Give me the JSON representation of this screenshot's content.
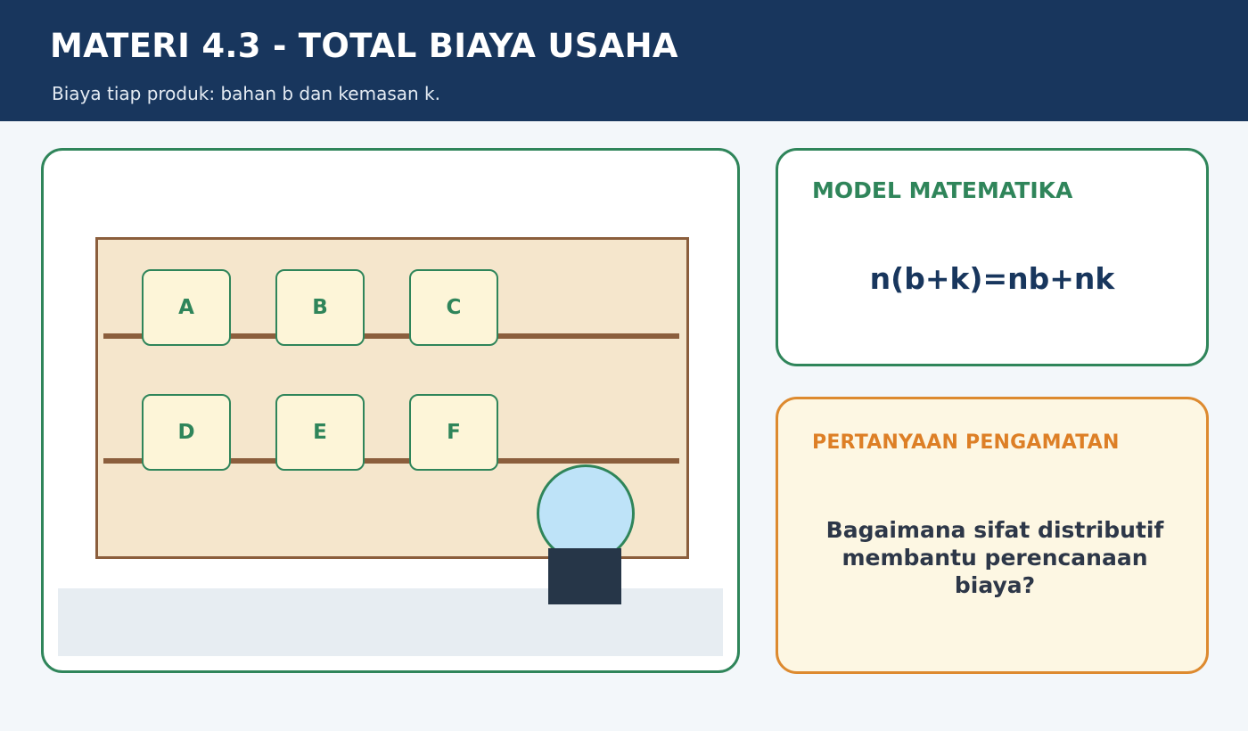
{
  "header": {
    "title": "MATERI 4.3 - TOTAL BIAYA USAHA",
    "subtitle": "Biaya tiap produk: bahan b dan kemasan k."
  },
  "scene": {
    "products_row1": [
      "A",
      "B",
      "C"
    ],
    "products_row2": [
      "D",
      "E",
      "F"
    ]
  },
  "model": {
    "heading": "MODEL MATEMATIKA",
    "formula": "n(b+k)=nb+nk"
  },
  "question": {
    "heading": "PERTANYAAN PENGAMATAN",
    "text": "Bagaimana sifat distributif membantu perencanaan biaya?"
  },
  "colors": {
    "header_bg": "#18365d",
    "accent_green": "#2f855a",
    "accent_orange": "#dd8a2f",
    "shelf_wood": "#8b5e3c",
    "shelf_fill": "#f5e6cc"
  }
}
